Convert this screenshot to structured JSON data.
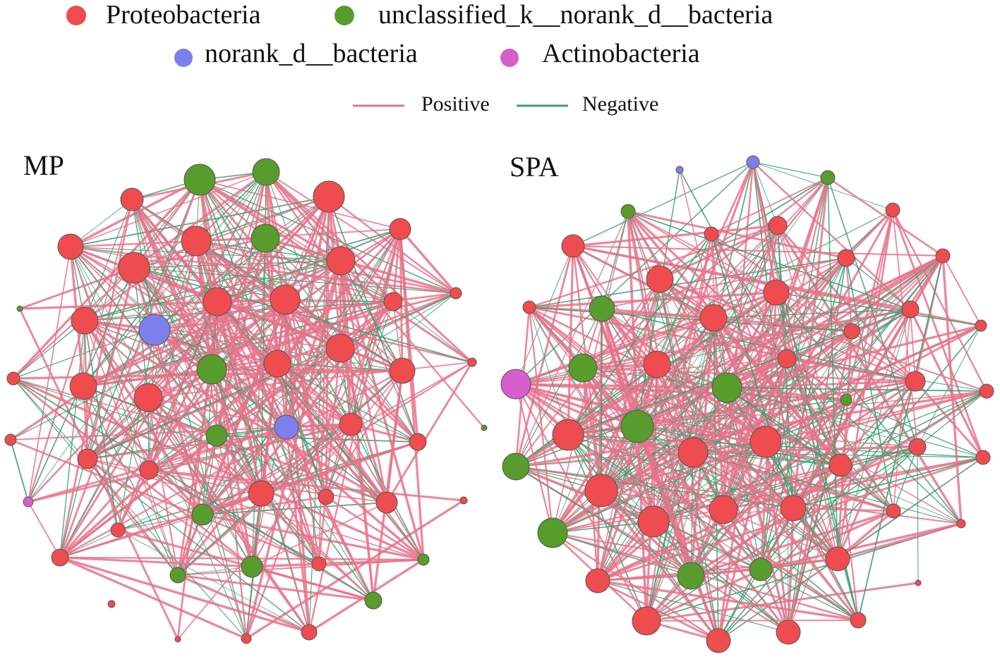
{
  "legend": {
    "phyla": [
      {
        "key": "proteo",
        "label": "Proteobacteria",
        "color": "#ee4c4f"
      },
      {
        "key": "uncl",
        "label": "unclassified_k__norank_d__bacteria",
        "color": "#579c2c"
      },
      {
        "key": "norank",
        "label": "norank_d__bacteria",
        "color": "#7d80ec"
      },
      {
        "key": "actino",
        "label": "Actinobacteria",
        "color": "#d65fcb"
      }
    ],
    "edges": [
      {
        "key": "pos",
        "label": "Positive",
        "color": "#e7738b"
      },
      {
        "key": "neg",
        "label": "Negative",
        "color": "#3aa171"
      }
    ]
  },
  "networks": [
    {
      "id": "mp",
      "title": "MP"
    },
    {
      "id": "spa",
      "title": "SPA"
    }
  ]
}
